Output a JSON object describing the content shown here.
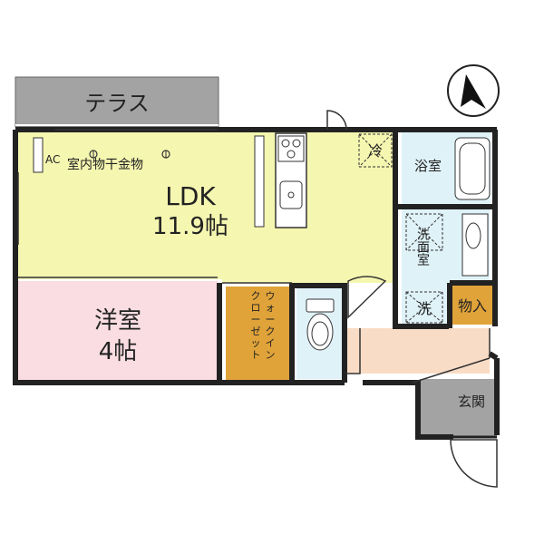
{
  "rooms": {
    "terrace": {
      "label": "テラス"
    },
    "ldk": {
      "label": "LDK",
      "size": "11.9帖"
    },
    "western": {
      "label": "洋室",
      "size": "4帖"
    },
    "closet": {
      "label": "ウォークインクローゼット"
    },
    "bath": {
      "label": "浴室"
    },
    "washroom": {
      "label": "洗面室"
    },
    "storage": {
      "label": "物入"
    },
    "entrance": {
      "label": "玄関"
    }
  },
  "fixtures": {
    "ac": "AC",
    "drying": "室内物干金物",
    "fridge": "冷",
    "washer": "洗"
  },
  "colors": {
    "ldk": "#f5f6b0",
    "western": "#f9dde3",
    "closet": "#e0a33a",
    "wet": "#dff2f8",
    "hall": "#f9dcc6",
    "storage": "#e0a33a",
    "terrace": "#a3a3a3",
    "entrance": "#a3a3a3"
  },
  "icons": [
    "compass-icon",
    "kitchen-sink-icon",
    "stove-icon",
    "toilet-icon",
    "bathtub-icon",
    "basin-icon"
  ]
}
